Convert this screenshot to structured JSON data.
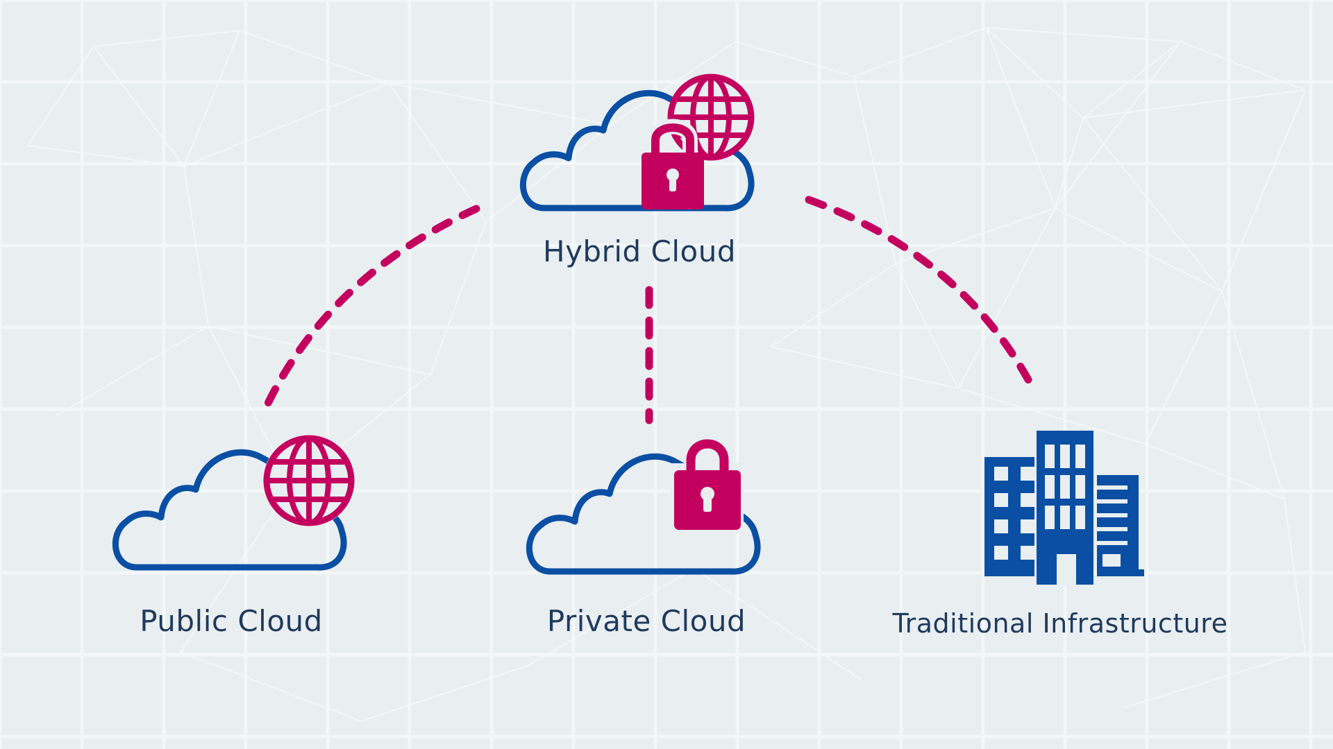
{
  "colors": {
    "background": "#e9eef1",
    "grid": "#f4f7f8",
    "icon_blue": "#0a4fa3",
    "accent_magenta": "#c4005f",
    "label_text": "#1f3a5c"
  },
  "nodes": [
    {
      "id": "hybrid",
      "label": "Hybrid Cloud",
      "icons": [
        "cloud-icon",
        "lock-icon",
        "globe-icon"
      ]
    },
    {
      "id": "public",
      "label": "Public Cloud",
      "icons": [
        "cloud-icon",
        "globe-icon"
      ]
    },
    {
      "id": "private",
      "label": "Private Cloud",
      "icons": [
        "cloud-icon",
        "lock-icon"
      ]
    },
    {
      "id": "traditional",
      "label": "Traditional Infrastructure",
      "icons": [
        "buildings-icon"
      ]
    }
  ],
  "connections": [
    {
      "from": "hybrid",
      "to": "public",
      "style": "dashed"
    },
    {
      "from": "hybrid",
      "to": "private",
      "style": "dashed"
    },
    {
      "from": "hybrid",
      "to": "traditional",
      "style": "dashed"
    }
  ]
}
